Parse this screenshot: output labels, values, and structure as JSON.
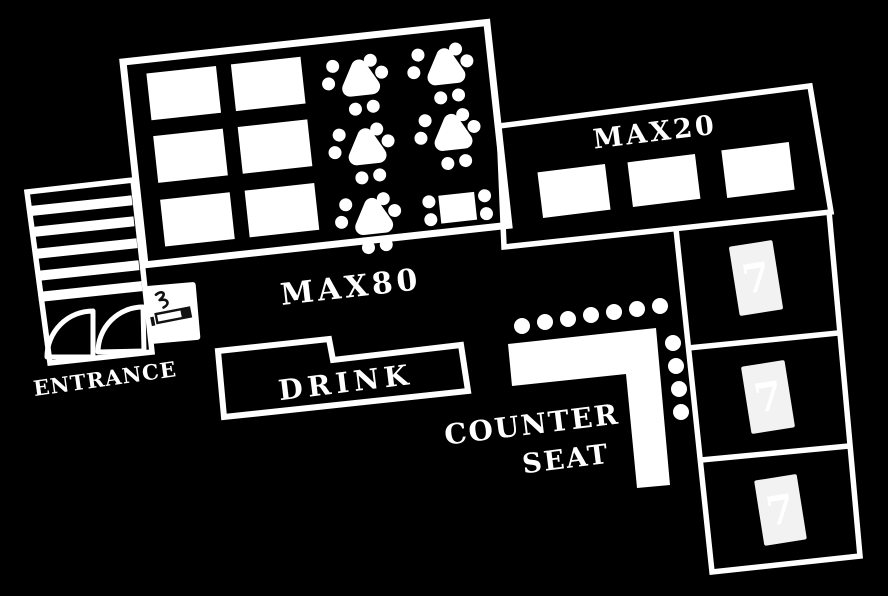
{
  "floor_plan": {
    "background_color": "#000000",
    "line_color": "#ffffff",
    "labels": {
      "main_hall_capacity": "MAX80",
      "annex_capacity": "MAX20",
      "drink_bar": "DRINK",
      "counter_line1": "COUNTER",
      "counter_line2": "SEAT",
      "entrance": "ENTRANCE"
    },
    "private_rooms": [
      {
        "capacity": "7"
      },
      {
        "capacity": "7"
      },
      {
        "capacity": "7"
      }
    ],
    "room_number_color": "#3a3a3a",
    "room_plate_color": "#f2f2f2",
    "icons": {
      "smoking": "smoking-icon",
      "entrance_door": "double-swing-door-icon",
      "stairs": "stairs-icon"
    },
    "counts": {
      "main_hall_rect_tables": 6,
      "main_hall_round_tables": 5,
      "annex_tables": 3,
      "counter_top_seats": 7,
      "counter_side_seats": 4
    }
  }
}
